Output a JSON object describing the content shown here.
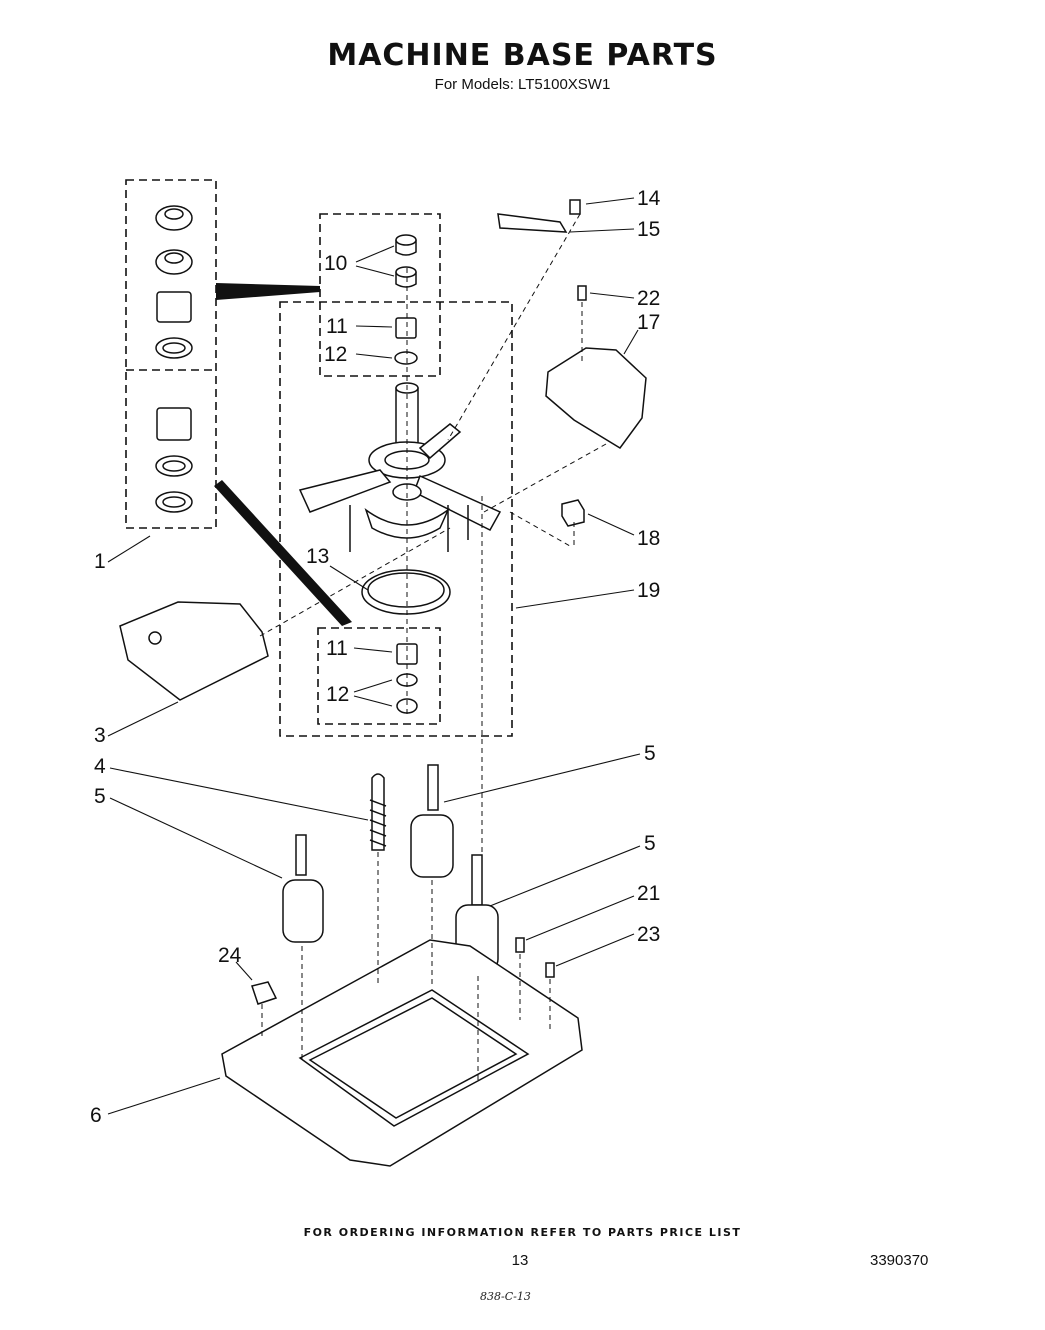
{
  "title": "MACHINE BASE PARTS",
  "subtitle": "For Models: LT5100XSW1",
  "footer_note": "FOR ORDERING INFORMATION REFER TO PARTS PRICE LIST",
  "page_number": "13",
  "document_number": "3390370",
  "handwritten_note": "838-C-13",
  "callouts": {
    "c1": "1",
    "c3": "3",
    "c4": "4",
    "c5a": "5",
    "c5b": "5",
    "c5c": "5",
    "c6": "6",
    "c10": "10",
    "c11a": "11",
    "c11b": "11",
    "c12a": "12",
    "c12b": "12",
    "c13": "13",
    "c14": "14",
    "c15": "15",
    "c17": "17",
    "c18": "18",
    "c19": "19",
    "c21": "21",
    "c22": "22",
    "c23": "23",
    "c24": "24"
  }
}
